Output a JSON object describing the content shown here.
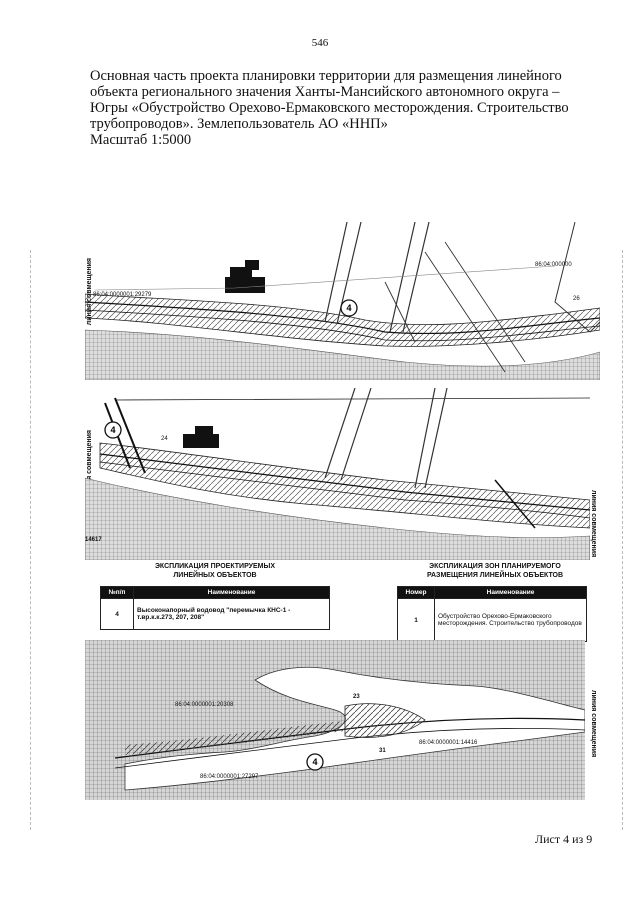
{
  "page_number": "546",
  "heading": {
    "lines": [
      "Основная часть проекта планировки территории для размещения линейного",
      "объекта регионального значения Ханты-Мансийского автономного округа –",
      "Югры «Обустройство Орехово-Ермаковского месторождения. Строительство",
      "трубопроводов». Землепользователь АО «ННП»"
    ],
    "scale": "Масштаб 1:5000"
  },
  "match_line_label": "линия совмещения",
  "map1": {
    "cad_top_right": "86:04:000000",
    "marker": "4",
    "left_code": "86:04:0000001:29279",
    "point_right": "26"
  },
  "map2": {
    "marker": "4",
    "point_label": "24",
    "left_code": "14617"
  },
  "map3": {
    "cad_center": "86:04:0000001:20308",
    "cad_right": "86:04:0000001:14416",
    "cad_bottom": "86:04:0000001:27297",
    "marker": "4",
    "point_23": "23",
    "point_31": "31"
  },
  "table_objects": {
    "title_line1": "ЭКСПЛИКАЦИЯ ПРОЕКТИРУЕМЫХ",
    "title_line2": "ЛИНЕЙНЫХ ОБЪЕКТОВ",
    "headers": [
      "№п/п",
      "Наименование"
    ],
    "rows": [
      {
        "num": "4",
        "name": "Высоконапорный водовод \"перемычка КНС-1 - т.вр.к.к.273, 207, 208\""
      }
    ]
  },
  "table_zones": {
    "title_line1": "ЭКСПЛИКАЦИЯ ЗОН ПЛАНИРУЕМОГО",
    "title_line2": "РАЗМЕЩЕНИЯ ЛИНЕЙНЫХ ОБЪЕКТОВ",
    "headers": [
      "Номер",
      "Наименование"
    ],
    "rows": [
      {
        "num": "1",
        "name": "Обустройство Орехово-Ермаковского месторождения. Строительство трубопроводов"
      }
    ]
  },
  "footer": "Лист 4 из 9"
}
